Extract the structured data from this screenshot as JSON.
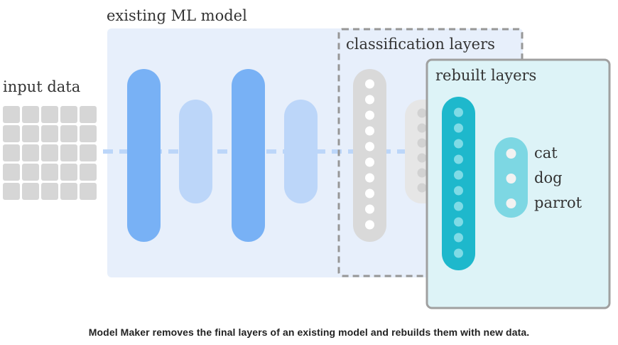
{
  "labels": {
    "input": "input data",
    "existing_model": "existing ML model",
    "classification": "classification layers",
    "rebuilt": "rebuilt layers"
  },
  "outputs": [
    "cat",
    "dog",
    "parrot"
  ],
  "caption": "Model Maker removes the final layers of an existing model and rebuilds them with new data.",
  "colors": {
    "model_bg": "#e7effb",
    "dark_layer": "#78b1f5",
    "light_layer": "#bcd6f9",
    "input_cell": "#d6d6d6",
    "classification_layer": "#d9d9d9",
    "dashed_border": "#979797",
    "rebuilt_bg": "#ddf3f7",
    "rebuilt_border": "#a0a0a0",
    "teal_layer": "#1eb8cc",
    "output_layer": "#7dd7e3",
    "node": "#f2f2f2"
  }
}
